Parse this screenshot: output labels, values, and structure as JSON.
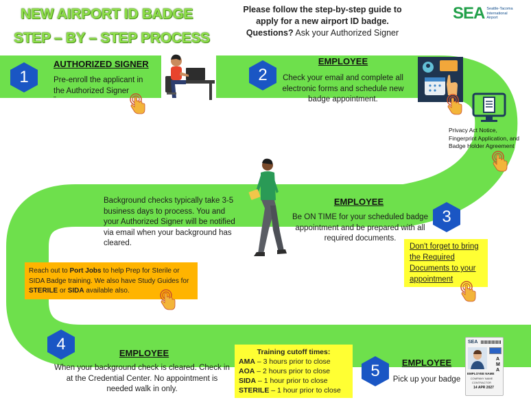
{
  "header": {
    "title_line1": "NEW AIRPORT ID BADGE",
    "title_line2": "STEP – BY – STEP PROCESS",
    "intro_line1": "Please follow the step-by-step guide to",
    "intro_line2": "apply for a new airport ID badge.",
    "intro_line3_bold": "Questions?",
    "intro_line3_rest": " Ask your Authorized Signer"
  },
  "logo": {
    "abbr": "SEA",
    "line1": "Seattle-Tacoma",
    "line2": "International",
    "line3": "Airport"
  },
  "colors": {
    "path": "#6ee04c",
    "hexagon": "#1a56c4",
    "yellow": "#ffff33",
    "orange": "#ffb400",
    "title_green": "#8fe04a"
  },
  "steps": [
    {
      "number": "1",
      "heading": "AUTHORIZED SIGNER",
      "text_lines": [
        "Pre-enroll the applicant in",
        "the Authorized Signer",
        "“"
      ]
    },
    {
      "number": "2",
      "heading": "EMPLOYEE",
      "text_lines": [
        "Check your email and complete all",
        "electronic forms and schedule new",
        "badge appointment."
      ]
    },
    {
      "number": "3",
      "heading": "EMPLOYEE",
      "text_lines": [
        "Be ON TIME for your scheduled badge",
        "appointment and be prepared with all",
        "required documents."
      ]
    },
    {
      "number": "4",
      "heading": "EMPLOYEE",
      "text_lines": [
        "When your background check is cleared.  Check in",
        "at the Credential Center.  No appointment is",
        "needed walk in only."
      ]
    },
    {
      "number": "5",
      "heading": "EMPLOYEE",
      "text_lines": [
        "Pick up your badge"
      ]
    }
  ],
  "forms_note": [
    "Privacy Act Notice,",
    "Fingerprint Application, and",
    "Badge Holder Agreement"
  ],
  "background_note": [
    "Background checks typically take 3-5",
    "business days to process.  You and",
    "your Authorized Signer will be notified",
    "via email when your background has",
    "cleared."
  ],
  "reminder_box": [
    "Don't forget to bring",
    "the Required",
    "Documents to your",
    "appointment"
  ],
  "port_jobs": {
    "p1": "Reach out to ",
    "b1": "Port Jobs",
    "p2": " to help Prep for Sterile or SIDA Badge training.  We also have Study Guides for ",
    "b2": "STERILE",
    "p3": " or ",
    "b3": "SIDA",
    "p4": " available also."
  },
  "training": {
    "title": "Training cutoff times:",
    "rows": [
      {
        "label": "AMA",
        "text": " – 3 hours prior to close"
      },
      {
        "label": "AOA",
        "text": " – 2 hours prior to close"
      },
      {
        "label": "SIDA",
        "text": " – 1 hour prior to close"
      },
      {
        "label": "STERILE",
        "text": " – 1 hour prior to close"
      }
    ]
  },
  "badge_card": {
    "airport": "SEA",
    "side": "AMA",
    "name": "EMPLOYEE NAME",
    "company": "COMPANY NAME",
    "role": "CONTRACTOR",
    "expiry": "14 APR 2027"
  }
}
